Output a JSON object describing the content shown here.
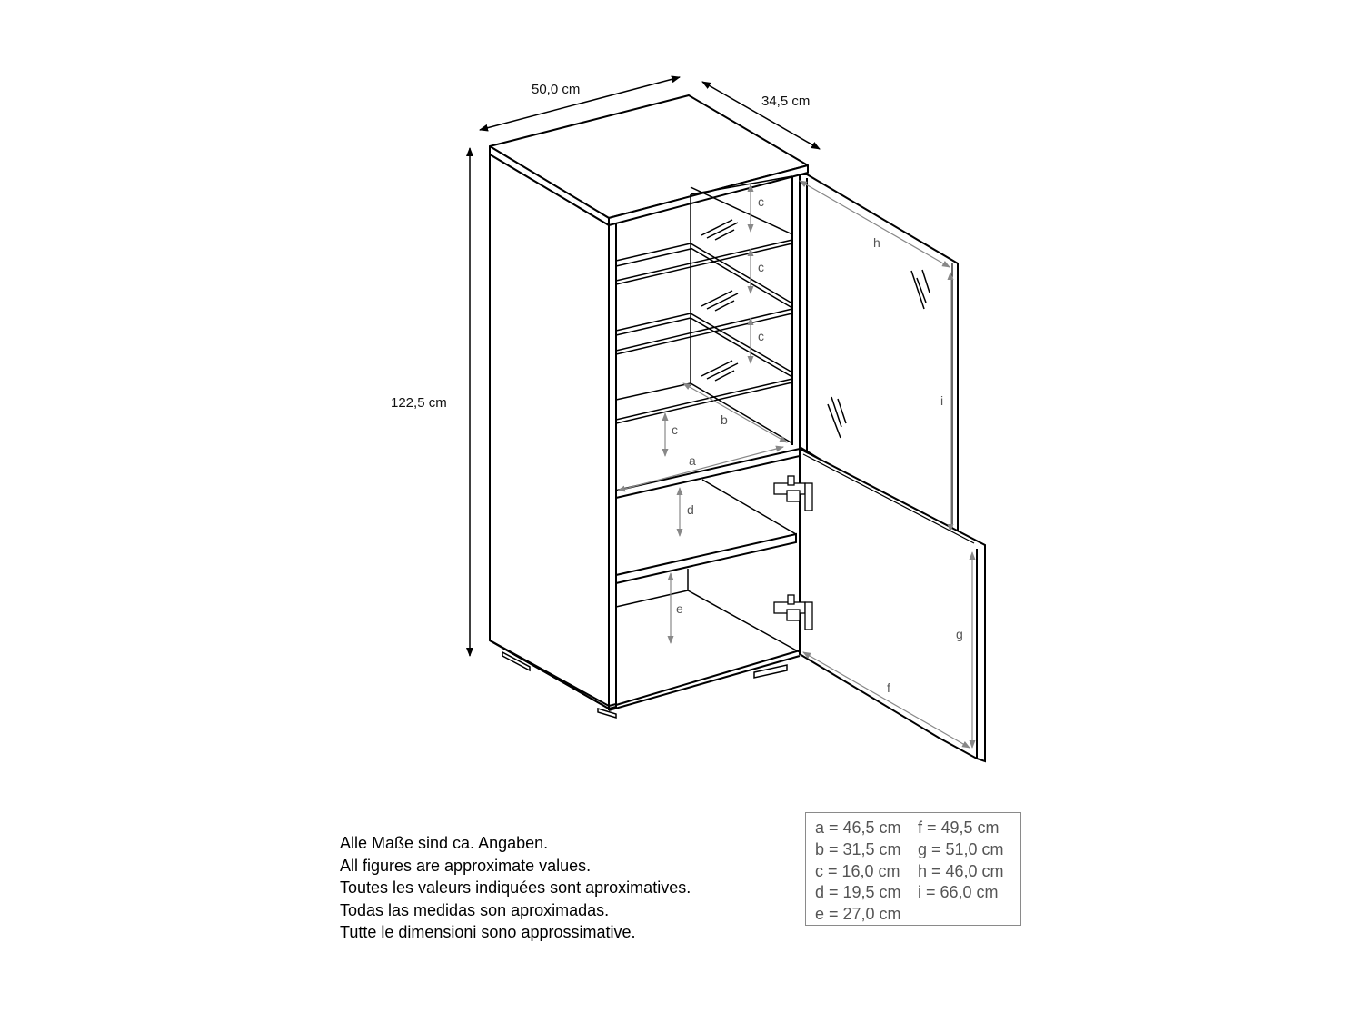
{
  "dimensions": {
    "width": "50,0 cm",
    "depth": "34,5 cm",
    "height": "122,5 cm"
  },
  "part_labels": {
    "a": "a",
    "b": "b",
    "c": "c",
    "d": "d",
    "e": "e",
    "f": "f",
    "g": "g",
    "h": "h",
    "i": "i"
  },
  "notes": [
    "Alle Maße sind ca. Angaben.",
    "All figures are approximate values.",
    "Toutes les valeurs indiquées sont aproximatives.",
    "Todas las medidas son aproximadas.",
    "Tutte le dimensioni sono approssimative."
  ],
  "legend": {
    "rows": [
      [
        "a = 46,5 cm",
        "f  = 49,5 cm"
      ],
      [
        "b = 31,5 cm",
        "g = 51,0 cm"
      ],
      [
        "c = 16,0 cm",
        "h = 46,0 cm"
      ],
      [
        "d = 19,5 cm",
        "i  = 66,0 cm"
      ],
      [
        "e = 27,0 cm",
        ""
      ]
    ]
  },
  "colors": {
    "line": "#000000",
    "dimension_arrow": "#888888",
    "legend_border": "#8a8a8a",
    "legend_text": "#555555"
  }
}
